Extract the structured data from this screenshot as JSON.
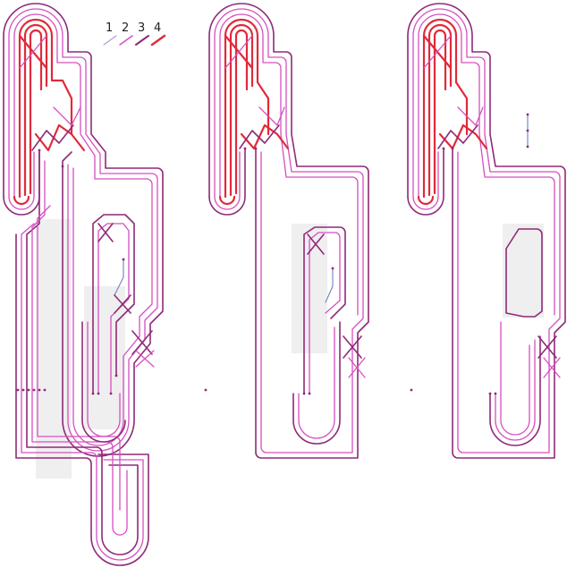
{
  "legend": {
    "items": [
      {
        "label": "1",
        "color": "#9a84c8"
      },
      {
        "label": "2",
        "color": "#d64fc0"
      },
      {
        "label": "3",
        "color": "#8e2a78"
      },
      {
        "label": "4",
        "color": "#e02a3a"
      }
    ]
  },
  "colors": {
    "thin_blue": "#6f7fc0",
    "highlight": "#e6e6e6",
    "node": "#8e2a78"
  }
}
